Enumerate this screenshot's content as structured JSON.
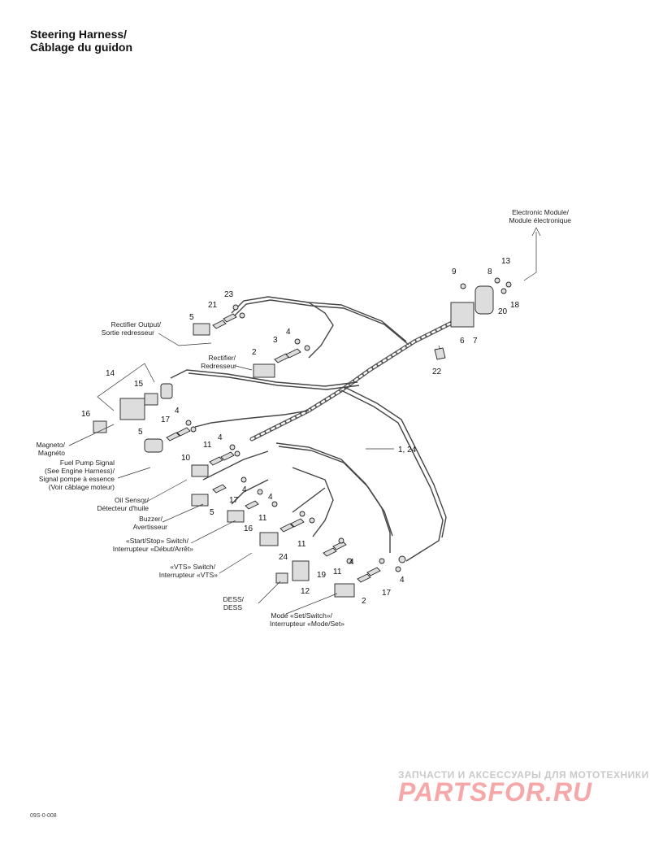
{
  "title": {
    "line1": "Steering Harness/",
    "line2": "Câblage du guidon"
  },
  "labels": {
    "electronic_module": [
      "Electronic Module/",
      "Module électronique"
    ],
    "rectifier_output": [
      "Rectifier Output/",
      "Sortie redresseur"
    ],
    "rectifier": [
      "Rectifier/",
      "Redresseur"
    ],
    "magneto": [
      "Magneto/",
      "Magnéto"
    ],
    "fuel_pump": [
      "Fuel Pump Signal",
      "(See Engine Harness)/",
      "Signal pompe à essence",
      "(Voir câblage moteur)"
    ],
    "oil_sensor": [
      "Oil Sensor/",
      "Détecteur d'huile"
    ],
    "buzzer": [
      "Buzzer/",
      "Avertisseur"
    ],
    "start_stop": [
      "«Start/Stop» Switch/",
      "Interrupteur «Début/Arrêt»"
    ],
    "vts": [
      "«VTS» Switch/",
      "Interrupteur «VTS»"
    ],
    "dess": [
      "DESS/",
      "DESS"
    ],
    "mode": [
      "Mode «Set/Switch»/",
      "Interrupteur «Mode/Set»"
    ]
  },
  "part_numbers": [
    "9",
    "8",
    "13",
    "20",
    "18",
    "6",
    "7",
    "22",
    "21",
    "23",
    "5",
    "3",
    "4",
    "2",
    "14",
    "15",
    "16",
    "5",
    "17",
    "4",
    "10",
    "11",
    "4",
    "1, 24",
    "5",
    "17",
    "4",
    "16",
    "11",
    "4",
    "24",
    "11",
    "19",
    "11",
    "4",
    "12",
    "2",
    "4",
    "17"
  ],
  "watermark": {
    "line1": "ЗАПЧАСТИ И АКСЕССУАРЫ ДЛЯ МОТОТЕХНИКИ",
    "logo": "PARTSFOR.RU"
  },
  "drawing_code": "09S-0-008"
}
